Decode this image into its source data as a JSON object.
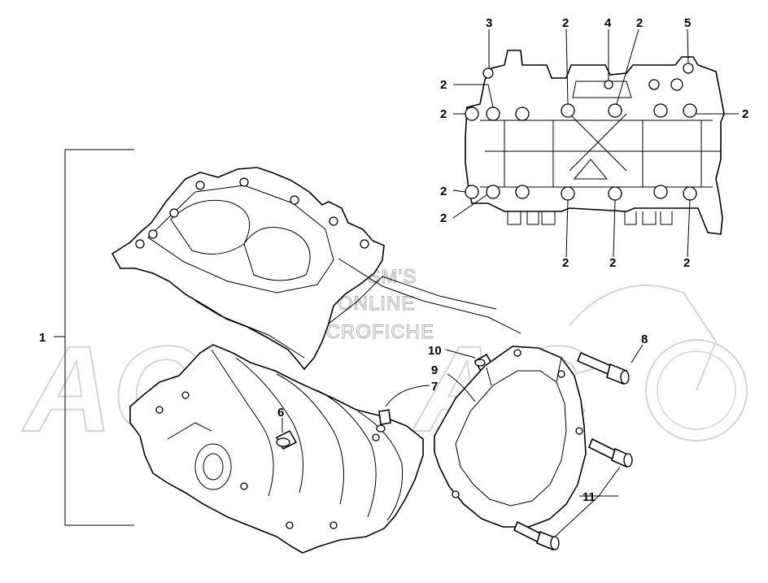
{
  "watermark": {
    "line1": "HUSM'S",
    "line2": "ONLINE",
    "line3": "MICROFICHE",
    "logo": "AC"
  },
  "callouts": {
    "c1": "1",
    "c2": "2",
    "c3": "3",
    "c4": "4",
    "c5": "5",
    "c6": "6",
    "c7": "7",
    "c8": "8",
    "c9": "9",
    "c10": "10",
    "c11": "11"
  }
}
